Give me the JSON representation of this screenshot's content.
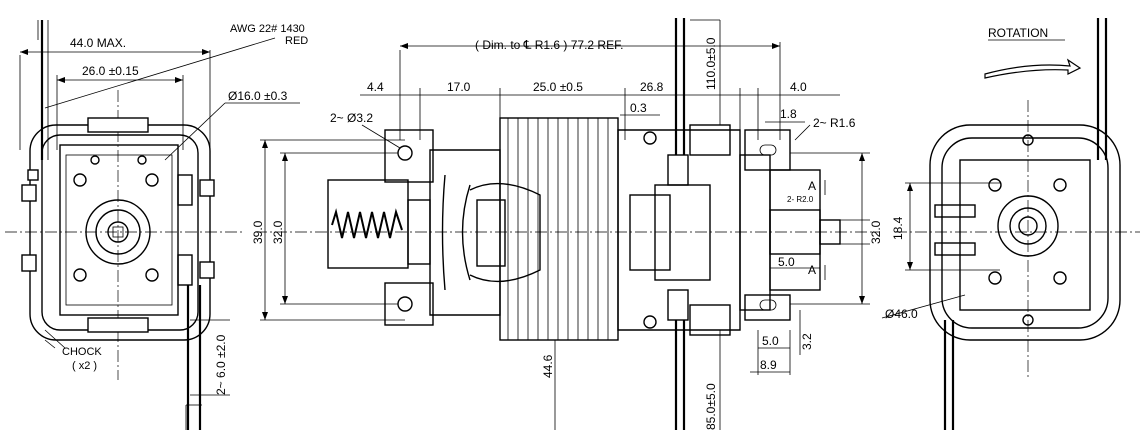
{
  "drawing": {
    "left_view": {
      "width_max": "44.0 MAX.",
      "width_inner": "26.0 ±0.15",
      "bearing_dia": "Ø16.0 ±0.3",
      "wire_spec_line1": "AWG 22# 1430",
      "wire_spec_line2": "RED",
      "choke_line1": "CHOCK",
      "choke_line2": "( x2 )",
      "lead_spacing": "2~ 6.0 ±2.0"
    },
    "side_view": {
      "ref_dim": "( Dim. to ℄ R1.6 )  77.2 REF.",
      "dim_4_4": "4.4",
      "dim_17": "17.0",
      "dim_25": "25.0 ±0.5",
      "dim_26_8": "26.8",
      "dim_4_0": "4.0",
      "dim_0_3": "0.3",
      "dim_1_8": "1.8",
      "lead_top": "110.0±5.0",
      "hole_left": "2~ Ø3.2",
      "slot_right": "2~ R1.6",
      "height_39": "39.0",
      "height_32_left": "32.0",
      "height_32_right": "32.0",
      "dim_44_6": "44.6",
      "lead_bottom": "85.0±5.0",
      "section_a_top": "A",
      "section_a_bottom": "A",
      "r2_note": "2- R2.0",
      "dim_5_0_a": "5.0",
      "dim_5_0_b": "5.0",
      "dim_3_2": "3.2",
      "dim_8_9": "8.9"
    },
    "right_view": {
      "rotation_label": "ROTATION",
      "dim_18_4": "18.4",
      "dia_46": "Ø46.0"
    }
  }
}
